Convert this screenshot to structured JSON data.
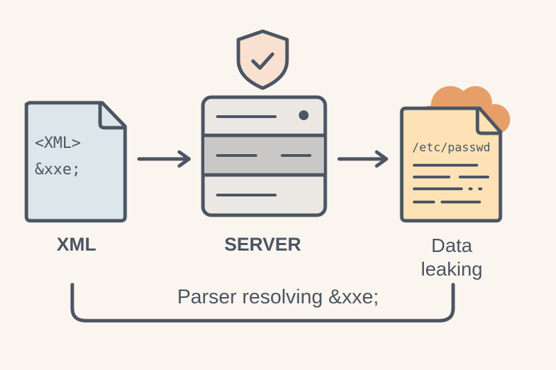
{
  "nodes": {
    "xml": {
      "caption": "XML",
      "line1": "<XML>",
      "line2": "&xxe;"
    },
    "server": {
      "caption": "SERVER"
    },
    "data": {
      "caption_line1": "Data",
      "caption_line2": "leaking",
      "file_text": "/etc/passwd"
    }
  },
  "flow": {
    "caption": "Parser resolving &xxe;"
  },
  "colors": {
    "background": "#fbf5ef",
    "stroke": "#4b5563",
    "xml_doc_fill": "#dde6ea",
    "server_fill": "#ebe7e3",
    "server_band": "#c9c8c6",
    "shield_fill": "#f8e1d0",
    "data_doc_fill": "#fde2b6",
    "cloud": "#e69f68"
  },
  "icons": [
    "document-icon",
    "server-icon",
    "shield-check-icon",
    "cloud-icon"
  ]
}
